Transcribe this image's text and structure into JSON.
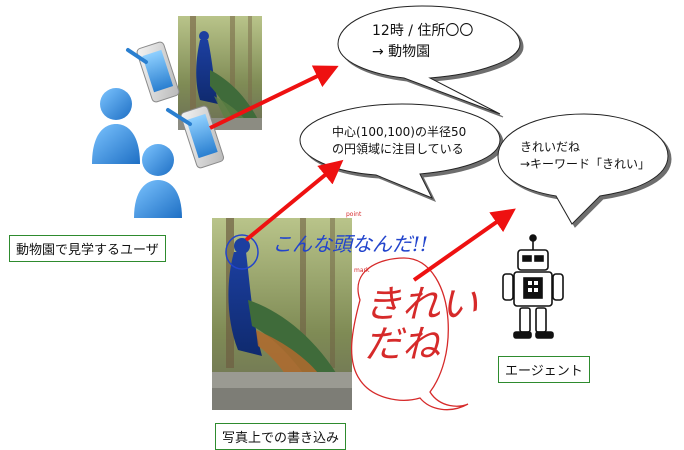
{
  "labels": {
    "user": "動物園で見学するユーザ",
    "writing": "写真上での書き込み",
    "agent": "エージェント"
  },
  "bubbles": {
    "top": [
      "12時 / 住所〇〇",
      "→ 動物園"
    ],
    "middle": [
      "中心(100,100)の半径50",
      "の円領域に注目している"
    ],
    "right": [
      "きれいだね",
      "→キーワード「きれい」"
    ]
  },
  "annotations": {
    "blue_handwriting": "こんな頭なんだ!!",
    "red_handwriting": [
      "きれい",
      "だね"
    ]
  },
  "icons": {
    "users": "person-icon",
    "phones": "smartphone-icon",
    "photo": "peacock-photo",
    "agent": "robot-icon"
  },
  "colors": {
    "arrow": "#ee1111",
    "person": "#2f8ee0",
    "label_border": "#2e8b2e",
    "handwriting_blue": "#2244cc",
    "handwriting_red": "#d62a2a"
  }
}
